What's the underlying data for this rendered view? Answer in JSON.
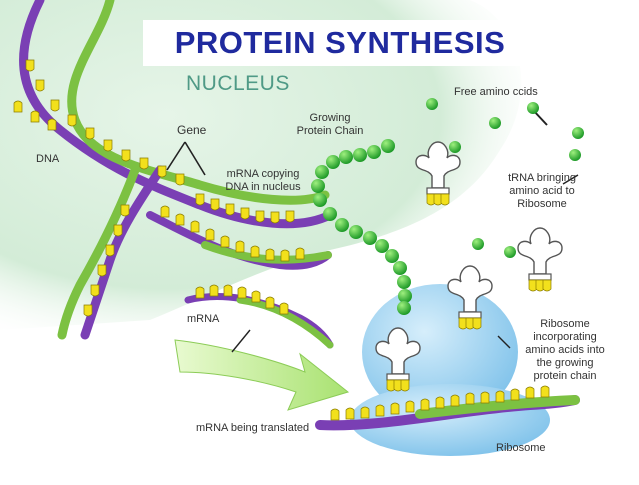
{
  "title": "PROTEIN SYNTHESIS",
  "labels": {
    "nucleus": "NUCLEUS",
    "dna": "DNA",
    "gene": "Gene",
    "growing_chain": "Growing\nProtein Chain",
    "free_amino": "Free amino ccids",
    "mrna_copying": "mRNA copying\nDNA in nucleus",
    "trna": "tRNA bringing\namino acid to\nRibosome",
    "mrna": "mRNA",
    "ribosome_incorporating": "Ribosome\nincorporating\namino acids into\nthe growing\nprotein chain",
    "mrna_translated": "mRNA being translated",
    "ribosome": "Ribosome"
  },
  "colors": {
    "title": "#1f2a9e",
    "nucleus_bg": "#d8efdc",
    "nucleus_label": "#4f9a86",
    "backbone_purple": "#7a3fb4",
    "backbone_green": "#7cc142",
    "bases": "#f2e01c",
    "amino_acid": "#3dbb3a",
    "ribosome": "#9fd3f0",
    "arrow": "#c9ef9a"
  }
}
